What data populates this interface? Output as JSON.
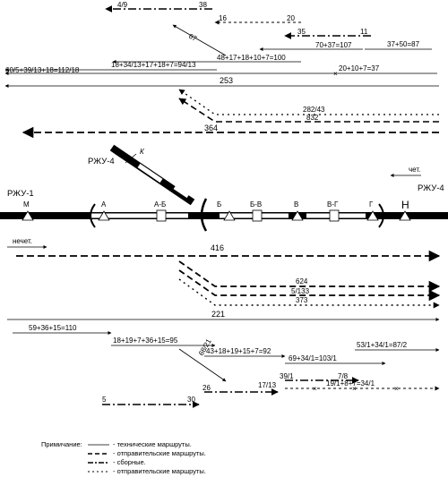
{
  "routes_upper": {
    "r_4_9": "4/9",
    "r_38": "38",
    "r_16": "16",
    "r_20": "20",
    "r_35": "35",
    "r_11": "11",
    "r_67": "67",
    "r_70_37": "70+37=107",
    "r_37_50": "37+50=87",
    "r_48": "48+17+18+10+7=100",
    "r_18": "18+34/13+17+18+7=94/13",
    "r_60": "60/5+39/13+18=112/18",
    "r_20_10": "20+10+7=37",
    "r_253": "253",
    "r_282": "282/43",
    "r_832": "832",
    "r_364": "364"
  },
  "station": {
    "rzhu4_left": "РЖУ-4",
    "k": "К",
    "chet": "чет.",
    "rzhu1": "РЖУ-1",
    "rzhu4_right": "РЖУ-4",
    "m": "М",
    "a": "А",
    "a_b": "А-Б",
    "b": "Б",
    "b_v": "Б-В",
    "v": "В",
    "v_g": "В-Г",
    "g": "Г",
    "h": "Н",
    "nechet": "нечет."
  },
  "routes_lower": {
    "r_416": "416",
    "r_624": "624",
    "r_5_133": "5/133",
    "r_373": "373",
    "r_221": "221",
    "r_59": "59+36+15=110",
    "r_18_19": "18+19+7+36+15=95",
    "r_69": "69+34/1=103/1",
    "r_43": "43+18+19+15+7=92",
    "r_53": "53/1+34/1=87/2",
    "r_68_21": "68/21",
    "r_19_1": "19/1+8+7=34/1",
    "r_26": "26",
    "r_17_13": "17/13",
    "r_39_1": "39/1",
    "r_7_8": "7/8",
    "r_5": "5",
    "r_30": "30"
  },
  "legend": {
    "title": "Примичание:",
    "items": [
      "- технические маршруты.",
      "- отправительские маршруты.",
      "- сборные.",
      "- отправительские маршруты."
    ]
  }
}
